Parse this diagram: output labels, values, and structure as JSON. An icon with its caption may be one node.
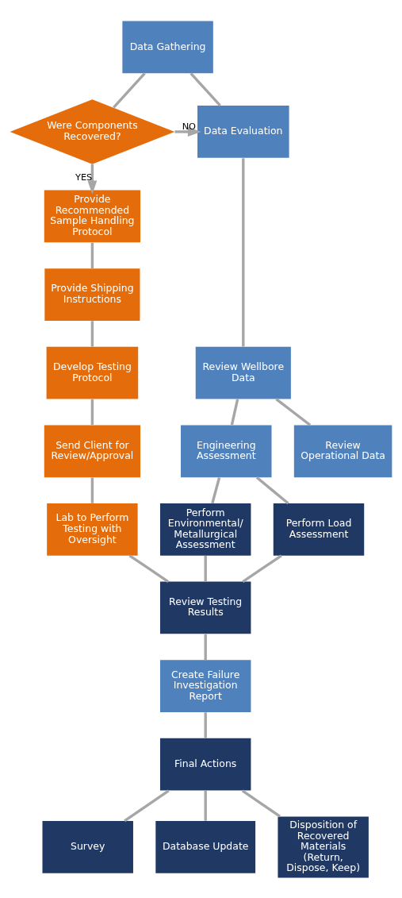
{
  "diagram": {
    "nodes": [
      {
        "text": [
          "Data Gathering"
        ]
      },
      {
        "text": [
          "Data Evaluation"
        ]
      },
      {
        "text": [
          "Were Components Recovered?"
        ]
      },
      {
        "text": [
          "Review Wellbore Data"
        ]
      },
      {
        "text": [
          "Review Operational Data"
        ]
      },
      {
        "text": [
          "Engineering Assessment"
        ]
      },
      {
        "text": [
          "Perform Load Assessment"
        ]
      },
      {
        "text": [
          "Perform Environmental/ Metallurgical Assessment"
        ]
      },
      {
        "text": [
          "Provide Recommended Sample Handling Protocol"
        ]
      },
      {
        "text": [
          "Provide Shipping Instructions"
        ]
      },
      {
        "text": [
          "Develop Testing Protocol"
        ]
      },
      {
        "text": [
          "Send Client for Review/Approval"
        ]
      },
      {
        "text": [
          "Lab to Perform Testing with Oversight"
        ]
      },
      {
        "text": [
          "Review Testing Results"
        ]
      },
      {
        "text": [
          "Create Failure Investigation Report"
        ]
      },
      {
        "text": [
          "Final Actions"
        ]
      },
      {
        "text": [
          "Survey"
        ]
      },
      {
        "text": [
          "Database Update"
        ]
      },
      {
        "text": [
          "Disposition of Recovered Materials (Return, Dispose, Keep)"
        ]
      }
    ],
    "edges": [
      {
        "from": 0,
        "to": 1,
        "arrow": "none"
      },
      {
        "from": 0,
        "to": 2,
        "arrow": "none"
      },
      {
        "from": 2,
        "to": 1,
        "arrow": "to",
        "label": "NO"
      },
      {
        "from": 2,
        "to": 8,
        "arrow": "to",
        "label": "YES"
      },
      {
        "from": 1,
        "to": 3,
        "arrow": "none"
      },
      {
        "from": 3,
        "to": 4,
        "arrow": "none"
      },
      {
        "from": 3,
        "to": 5,
        "arrow": "none"
      },
      {
        "from": 5,
        "to": 6,
        "arrow": "none"
      },
      {
        "from": 5,
        "to": 7,
        "arrow": "none"
      },
      {
        "from": 8,
        "to": 9,
        "arrow": "none"
      },
      {
        "from": 9,
        "to": 10,
        "arrow": "none"
      },
      {
        "from": 10,
        "to": 11,
        "arrow": "none"
      },
      {
        "from": 11,
        "to": 12,
        "arrow": "none"
      },
      {
        "from": 6,
        "to": 13,
        "arrow": "none"
      },
      {
        "from": 7,
        "to": 13,
        "arrow": "none"
      },
      {
        "from": 12,
        "to": 13,
        "arrow": "none"
      },
      {
        "from": 13,
        "to": 14,
        "arrow": "none"
      },
      {
        "from": 14,
        "to": 15,
        "arrow": "none"
      },
      {
        "from": 15,
        "to": 16,
        "arrow": "none"
      },
      {
        "from": 15,
        "to": 17,
        "arrow": "none"
      },
      {
        "from": 15,
        "to": 18,
        "arrow": "none"
      }
    ]
  }
}
